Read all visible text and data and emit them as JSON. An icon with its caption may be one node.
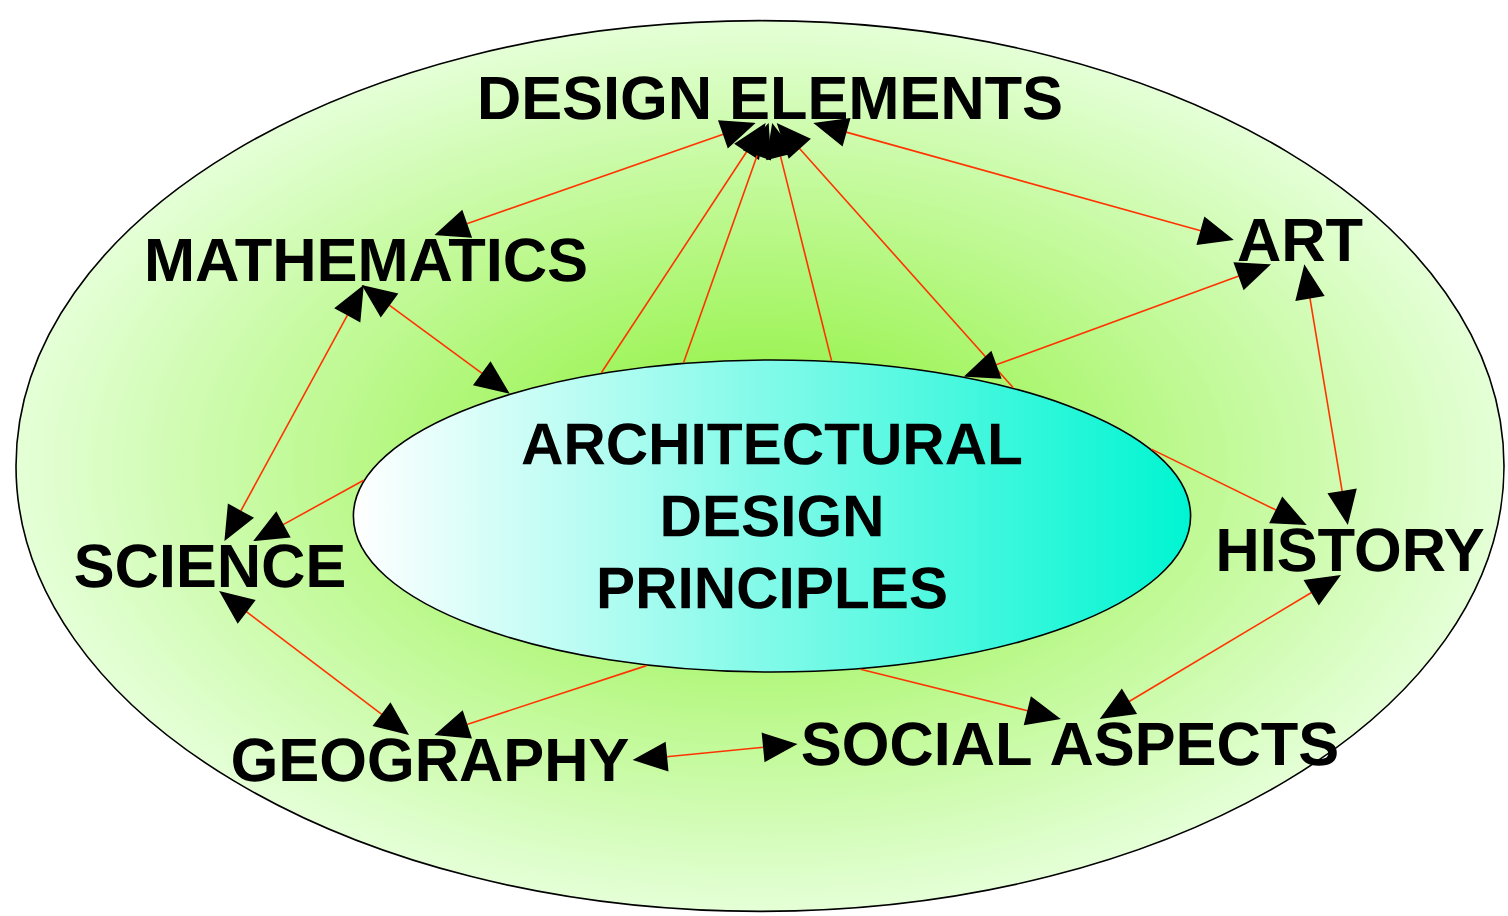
{
  "diagram": {
    "nodes": [
      {
        "text": [],
        "shape": "ellipse"
      },
      {
        "text": [
          "DESIGN ELEMENTS"
        ],
        "in": 0
      },
      {
        "text": [
          "MATHEMATICS"
        ],
        "in": 0
      },
      {
        "text": [
          "ART"
        ],
        "in": 0
      },
      {
        "text": [
          "ARCHITECTURAL DESIGN PRINCIPLES"
        ],
        "in": 0
      },
      {
        "text": [
          "SCIENCE"
        ],
        "in": 0
      },
      {
        "text": [
          "HISTORY"
        ],
        "in": 0
      },
      {
        "text": [
          "GEOGRAPHY"
        ],
        "in": 0
      },
      {
        "text": [
          "SOCIAL ASPECTS"
        ],
        "in": 0
      }
    ],
    "edges": [
      {
        "from": 2,
        "to": 1,
        "arrow": "both"
      },
      {
        "from": 4,
        "to": 1,
        "arrow": "to"
      },
      {
        "from": 4,
        "to": 1,
        "arrow": "to"
      },
      {
        "from": 4,
        "to": 1,
        "arrow": "to"
      },
      {
        "from": 4,
        "to": 1,
        "arrow": "to"
      },
      {
        "from": 1,
        "to": 3,
        "arrow": "both"
      },
      {
        "from": 2,
        "to": 4,
        "arrow": "both"
      },
      {
        "from": 3,
        "to": 4,
        "arrow": "both"
      },
      {
        "from": 2,
        "to": 5,
        "arrow": "both"
      },
      {
        "from": 4,
        "to": 5,
        "arrow": "to"
      },
      {
        "from": 3,
        "to": 6,
        "arrow": "both"
      },
      {
        "from": 4,
        "to": 6,
        "arrow": "to"
      },
      {
        "from": 5,
        "to": 7,
        "arrow": "both"
      },
      {
        "from": 4,
        "to": 7,
        "arrow": "to"
      },
      {
        "from": 7,
        "to": 8,
        "arrow": "both"
      },
      {
        "from": 4,
        "to": 8,
        "arrow": "to"
      },
      {
        "from": 8,
        "to": 6,
        "arrow": "both"
      }
    ]
  }
}
